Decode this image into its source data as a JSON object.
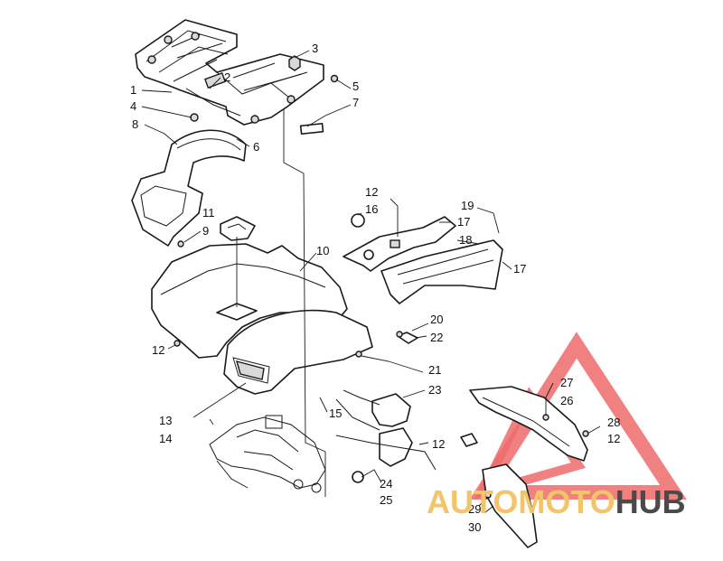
{
  "callouts": [
    {
      "id": "c1",
      "text": "1"
    },
    {
      "id": "c2",
      "text": "2"
    },
    {
      "id": "c3",
      "text": "3"
    },
    {
      "id": "c4",
      "text": "4"
    },
    {
      "id": "c5",
      "text": "5"
    },
    {
      "id": "c6",
      "text": "6"
    },
    {
      "id": "c7",
      "text": "7"
    },
    {
      "id": "c8",
      "text": "8"
    },
    {
      "id": "c9",
      "text": "9"
    },
    {
      "id": "c10",
      "text": "10"
    },
    {
      "id": "c11",
      "text": "11"
    },
    {
      "id": "c12a",
      "text": "12"
    },
    {
      "id": "c16",
      "text": "16"
    },
    {
      "id": "c17a",
      "text": "17"
    },
    {
      "id": "c18",
      "text": "18"
    },
    {
      "id": "c19",
      "text": "19"
    },
    {
      "id": "c17b",
      "text": "17"
    },
    {
      "id": "c12b",
      "text": "12"
    },
    {
      "id": "c20",
      "text": "20"
    },
    {
      "id": "c22",
      "text": "22"
    },
    {
      "id": "c21",
      "text": "21"
    },
    {
      "id": "c23",
      "text": "23"
    },
    {
      "id": "c13",
      "text": "13"
    },
    {
      "id": "c14",
      "text": "14"
    },
    {
      "id": "c15",
      "text": "15"
    },
    {
      "id": "c12c",
      "text": "12"
    },
    {
      "id": "c27",
      "text": "27"
    },
    {
      "id": "c26",
      "text": "26"
    },
    {
      "id": "c28",
      "text": "28"
    },
    {
      "id": "c12d",
      "text": "12"
    },
    {
      "id": "c24",
      "text": "24"
    },
    {
      "id": "c25",
      "text": "25"
    },
    {
      "id": "c29",
      "text": "29"
    },
    {
      "id": "c30",
      "text": "30"
    }
  ],
  "watermark": {
    "part1": "AUTO",
    "part2": "MOTO",
    "part3": "HUB",
    "color_auto": "#f2c56a",
    "color_moto": "#f2c56a",
    "color_hub": "#4a4a4a",
    "triangle_color": "#ef6b6b"
  }
}
